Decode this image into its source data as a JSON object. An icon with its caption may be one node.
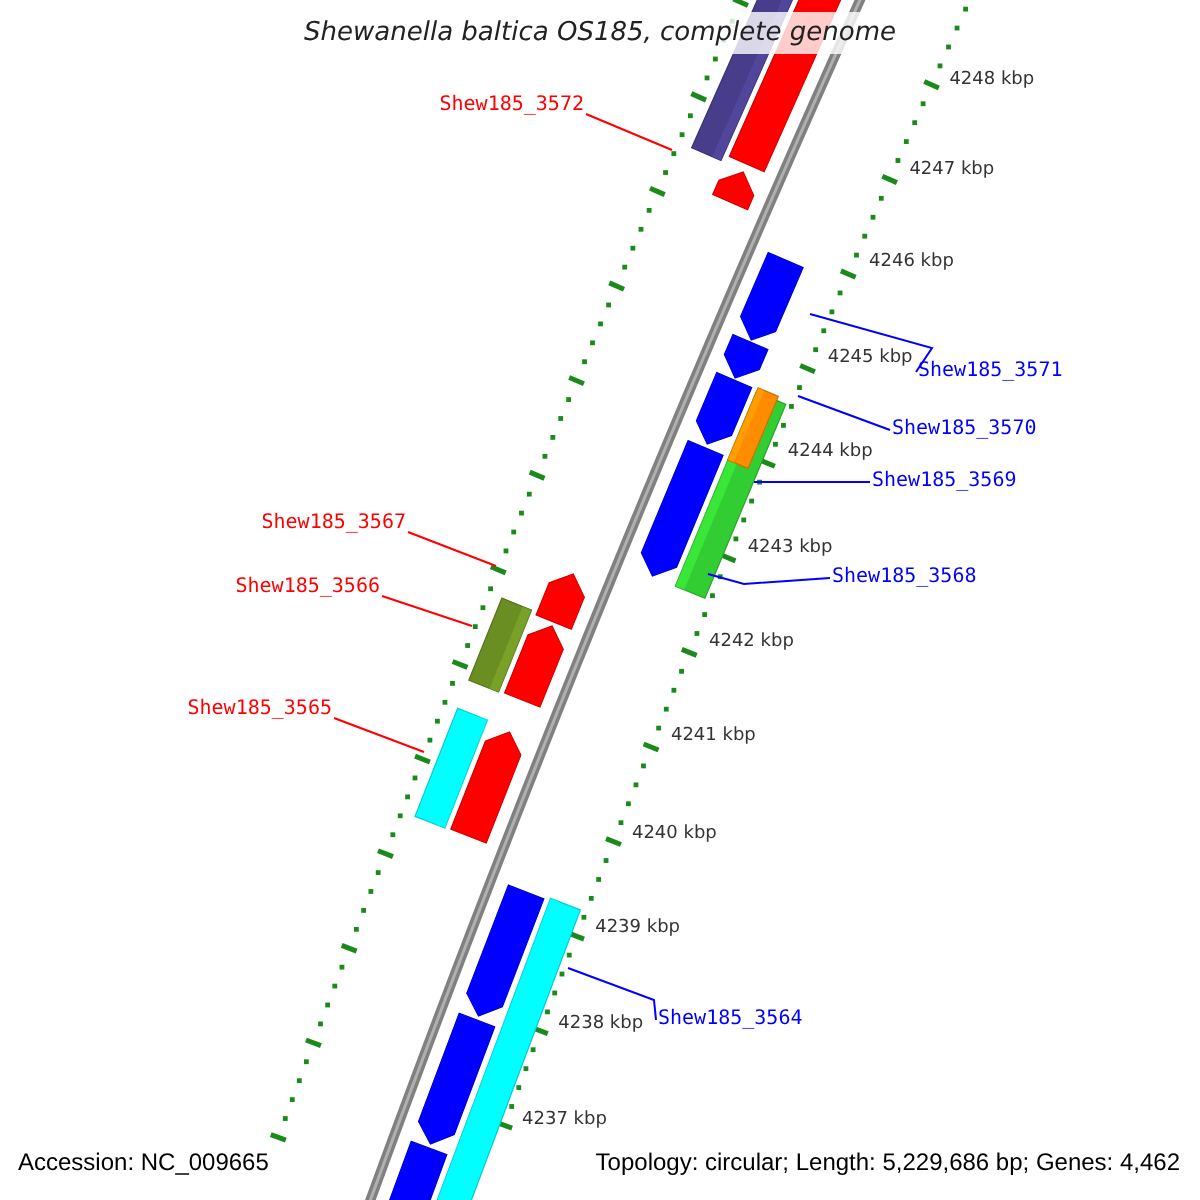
{
  "diagram": {
    "title": "Shewanella baltica OS185, complete genome",
    "nodes": [
      {
        "text": [
          "Shew185_3572"
        ]
      },
      {
        "text": [
          "Shew185_3571"
        ]
      },
      {
        "text": [
          "Shew185_3570"
        ]
      },
      {
        "text": [
          "Shew185_3569"
        ]
      },
      {
        "text": [
          "Shew185_3567"
        ]
      },
      {
        "text": [
          "Shew185_3568"
        ]
      },
      {
        "text": [
          "Shew185_3566"
        ]
      },
      {
        "text": [
          "Shew185_3565"
        ]
      },
      {
        "text": [
          "Shew185_3564"
        ]
      }
    ],
    "edges": [
      {
        "from": 0,
        "to": null,
        "arrow": "none",
        "color": "#ff0000"
      },
      {
        "from": 1,
        "to": null,
        "arrow": "none"
      },
      {
        "from": 2,
        "to": null,
        "arrow": "none"
      },
      {
        "from": 3,
        "to": null,
        "arrow": "none"
      },
      {
        "from": 4,
        "to": null,
        "arrow": "none",
        "color": "#ff0000"
      },
      {
        "from": 5,
        "to": null,
        "arrow": "none"
      },
      {
        "from": 6,
        "to": null,
        "arrow": "none",
        "color": "#ff0000"
      },
      {
        "from": 7,
        "to": null,
        "arrow": "none",
        "color": "#ff0000"
      },
      {
        "from": 8,
        "to": null,
        "arrow": "none"
      }
    ],
    "labels": [
      "4248 kbp",
      "4247 kbp",
      "4246 kbp",
      "4245 kbp",
      "4244 kbp",
      "4243 kbp",
      "4242 kbp",
      "4241 kbp",
      "4240 kbp",
      "4239 kbp",
      "4238 kbp",
      "4237 kbp",
      "Accession: NC_009665",
      "Topology: circular; Length: 5,229,686 bp; Genes: 4,462"
    ]
  }
}
